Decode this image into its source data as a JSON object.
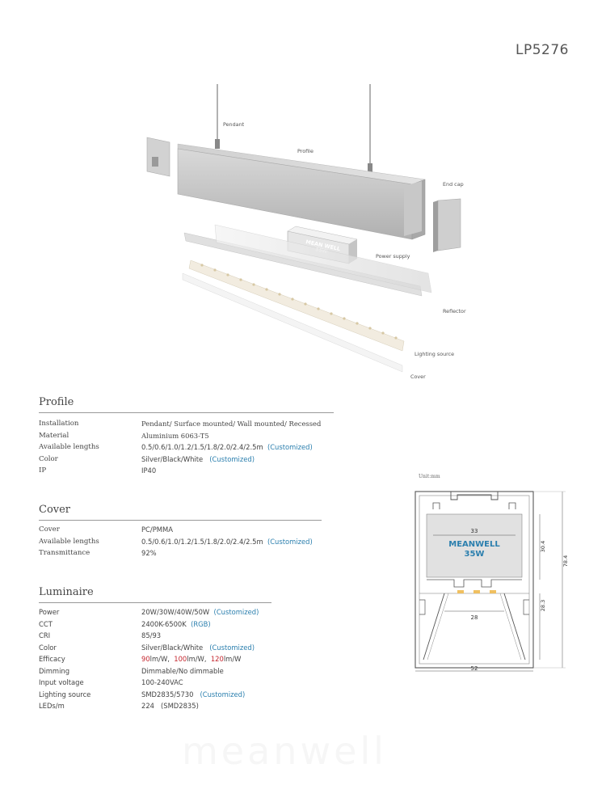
{
  "header": {
    "model": "LP5276"
  },
  "exploded_labels": {
    "pendant": "Pendant",
    "profile": "Profile",
    "end_cap": "End cap",
    "power_supply": "Power supply",
    "reflector": "Reflector",
    "lighting_source": "Lighting source",
    "cover": "Cover",
    "driver_text_1": "MEAN WELL",
    "driver_text_2": "35W"
  },
  "profile": {
    "title": "Profile",
    "rows": [
      {
        "label": "Installation",
        "value": "Pendant/ Surface mounted/ Wall mounted/ Recessed"
      },
      {
        "label": "Material",
        "value": "Aluminium 6063-T5"
      },
      {
        "label": "Available lengths",
        "value": "0.5/0.6/1.0/1.2/1.5/1.8/2.0/2.4/2.5m",
        "extra": "(Customized)"
      },
      {
        "label": "Color",
        "value": "Silver/Black/White",
        "extra": "(Customized)"
      },
      {
        "label": "IP",
        "value": "IP40"
      }
    ]
  },
  "cover": {
    "title": "Cover",
    "rows": [
      {
        "label": "Cover",
        "value": "PC/PMMA"
      },
      {
        "label": "Available lengths",
        "value": "0.5/0.6/1.0/1.2/1.5/1.8/2.0/2.4/2.5m",
        "extra": "(Customized)"
      },
      {
        "label": "Transmittance",
        "value": "92%"
      }
    ]
  },
  "luminaire": {
    "title": "Luminaire",
    "rows": [
      {
        "label": "Power",
        "value": "20W/30W/40W/50W",
        "extra": "(Customized)"
      },
      {
        "label": "CCT",
        "value": "2400K-6500K",
        "extra": "(RGB)"
      },
      {
        "label": "CRI",
        "value": "85/93"
      },
      {
        "label": "Color",
        "value": "Silver/Black/White",
        "extra": "(Customized)"
      },
      {
        "label": "Efficacy",
        "eff": {
          "v1": "90",
          "u1": "lm/W,",
          "v2": "100",
          "u2": "lm/W,",
          "v3": "120",
          "u3": "lm/W"
        }
      },
      {
        "label": "Dimming",
        "value": "Dimmable/No dimmable"
      },
      {
        "label": "Input voltage",
        "value": "100-240VAC"
      },
      {
        "label": "Lighting source",
        "value": "SMD2835/5730",
        "extra": "(Customized)"
      },
      {
        "label": "LEDs/m",
        "value": "224",
        "extra": "(SMD2835)"
      }
    ]
  },
  "cross_section": {
    "unit": "Unit:mm",
    "driver_line1": "MEANWELL",
    "driver_line2": "35W",
    "dims": {
      "top_inner": "33",
      "lower_inner": "28",
      "width": "52",
      "upper_height": "30.4",
      "lower_height": "28.3",
      "total_height": "78.4"
    }
  },
  "colors": {
    "accent": "#2b7fae",
    "efficacy_red": "#c4262e",
    "led_yellow": "#f0c060"
  },
  "watermark": "meanwell"
}
